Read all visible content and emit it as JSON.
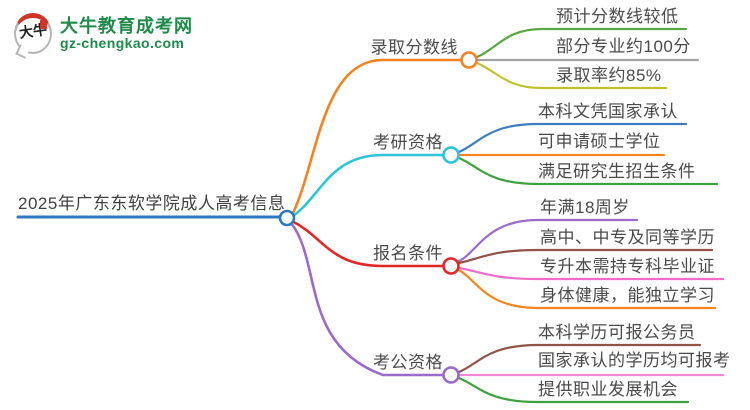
{
  "logo": {
    "badge": "大牛",
    "brand": "大牛教育成考网",
    "domain": "gz-chengkao.com",
    "brand_color": "#1f8a4a",
    "accent_red": "#cf3527"
  },
  "root": {
    "label": "2025年广东东软学院成人高考信息",
    "color": "#2d78c0"
  },
  "branches": [
    {
      "label": "录取分数线",
      "color": "#f5821f",
      "children": [
        {
          "label": "预计分数线较低",
          "color": "#56a83f"
        },
        {
          "label": "部分专业约100分",
          "color": "#a3a3a3"
        },
        {
          "label": "录取率约85%",
          "color": "#bfc22b"
        }
      ]
    },
    {
      "label": "考研资格",
      "color": "#2cc4da",
      "children": [
        {
          "label": "本科文凭国家承认",
          "color": "#3c7ec1"
        },
        {
          "label": "可申请硕士学位",
          "color": "#f5861f"
        },
        {
          "label": "满足研究生招生条件",
          "color": "#3da23d"
        }
      ]
    },
    {
      "label": "报名条件",
      "color": "#e22626",
      "children": [
        {
          "label": "年满18周岁",
          "color": "#9a6bcb"
        },
        {
          "label": "高中、中专及同等学历",
          "color": "#8f5348"
        },
        {
          "label": "专升本需持专科毕业证",
          "color": "#ee6ec8"
        },
        {
          "label": "身体健康，能独立学习",
          "color": "#f5861f"
        }
      ]
    },
    {
      "label": "考公资格",
      "color": "#9a6bcb",
      "children": [
        {
          "label": "本科学历可报公务员",
          "color": "#8f5348"
        },
        {
          "label": "国家承认的学历均可报考",
          "color": "#f18ad2"
        },
        {
          "label": "提供职业发展机会",
          "color": "#3da23d"
        }
      ]
    }
  ]
}
